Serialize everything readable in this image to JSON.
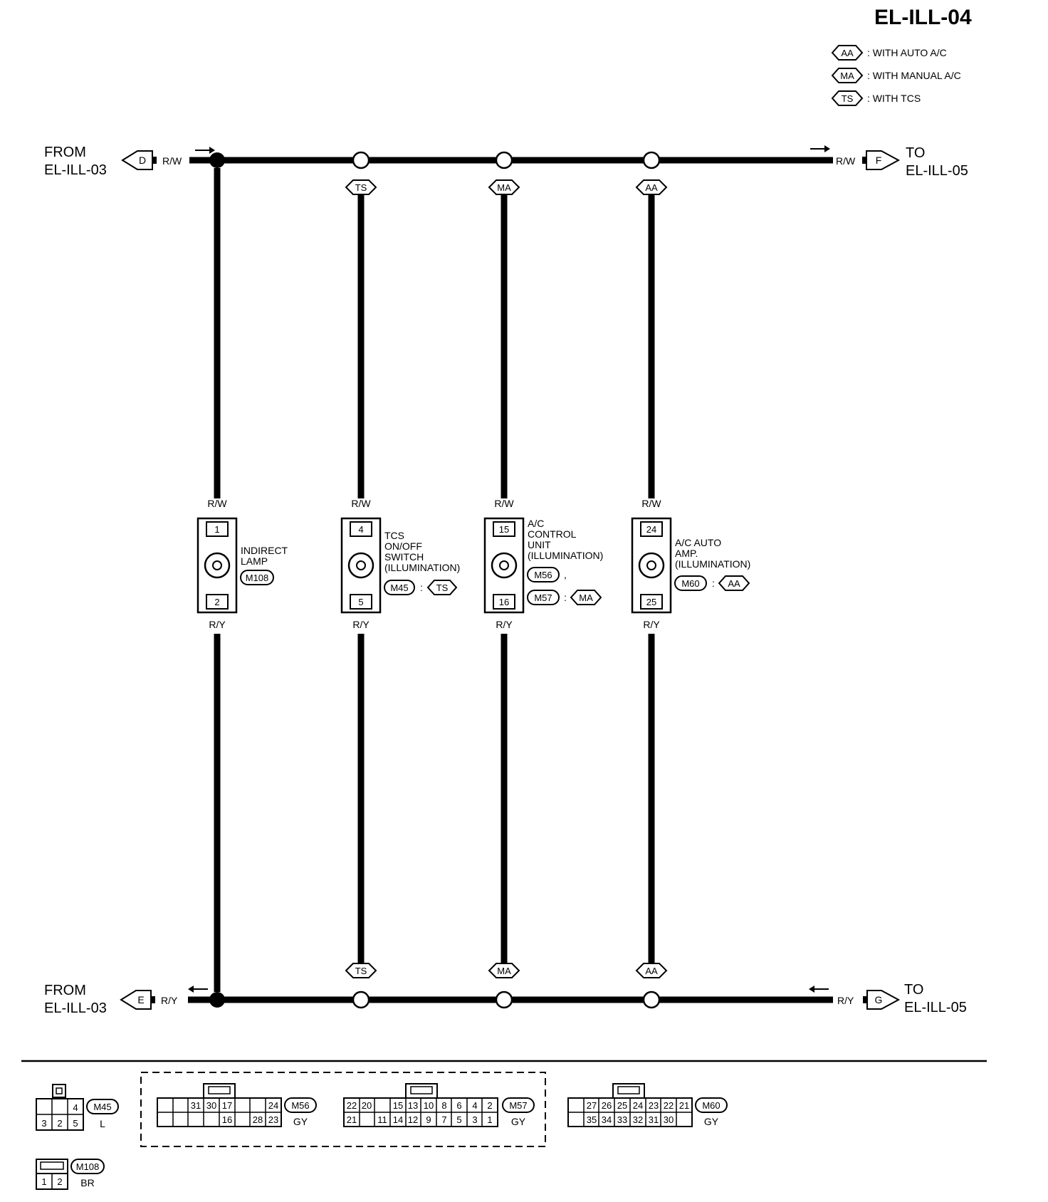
{
  "page_code": "EL-ILL-04",
  "legend": [
    {
      "code": "AA",
      "text": ": WITH AUTO A/C"
    },
    {
      "code": "MA",
      "text": ": WITH MANUAL A/C"
    },
    {
      "code": "TS",
      "text": ": WITH TCS"
    }
  ],
  "top_rail": {
    "from_label_1": "FROM",
    "from_label_2": "EL-ILL-03",
    "from_conn": "D",
    "from_wire": "R/W",
    "to_label_1": "TO",
    "to_label_2": "EL-ILL-05",
    "to_conn": "F",
    "to_wire": "R/W"
  },
  "bottom_rail": {
    "from_label_1": "FROM",
    "from_label_2": "EL-ILL-03",
    "from_conn": "E",
    "from_wire": "R/Y",
    "to_label_1": "TO",
    "to_label_2": "EL-ILL-05",
    "to_conn": "G",
    "to_wire": "R/Y"
  },
  "branch_tags": [
    "TS",
    "MA",
    "AA"
  ],
  "components": [
    {
      "upper_wire": "R/W",
      "lower_wire": "R/Y",
      "pin_top": "1",
      "pin_bottom": "2",
      "name_lines": [
        "INDIRECT",
        "LAMP"
      ],
      "connector": "M108"
    },
    {
      "upper_wire": "R/W",
      "lower_wire": "R/Y",
      "pin_top": "4",
      "pin_bottom": "5",
      "name_lines": [
        "TCS",
        "ON/OFF",
        "SWITCH",
        "(ILLUMINATION)"
      ],
      "connector": "M45",
      "connector_tag": "TS"
    },
    {
      "upper_wire": "R/W",
      "lower_wire": "R/Y",
      "pin_top": "15",
      "pin_bottom": "16",
      "name_lines": [
        "A/C",
        "CONTROL",
        "UNIT",
        "(ILLUMINATION)"
      ],
      "connector": "M56",
      "connector_2": "M57",
      "connector_tag": "MA"
    },
    {
      "upper_wire": "R/W",
      "lower_wire": "R/Y",
      "pin_top": "24",
      "pin_bottom": "25",
      "name_lines": [
        "A/C AUTO",
        "AMP.",
        "(ILLUMINATION)"
      ],
      "connector": "M60",
      "connector_tag": "AA"
    }
  ],
  "connector_faces": {
    "M45": {
      "name": "M45",
      "color": "L",
      "row1": [
        "",
        "",
        "4"
      ],
      "row2": [
        "3",
        "2",
        "5"
      ]
    },
    "M56": {
      "name": "M56",
      "color": "GY",
      "row1": [
        "",
        "",
        "31",
        "30",
        "17",
        "",
        "",
        "24"
      ],
      "row2": [
        "",
        "",
        "",
        "",
        "16",
        "",
        "28",
        "23"
      ]
    },
    "M57": {
      "name": "M57",
      "color": "GY",
      "row1": [
        "22",
        "20",
        "",
        "15",
        "13",
        "10",
        "8",
        "6",
        "4",
        "2"
      ],
      "row2": [
        "21",
        "",
        "11",
        "14",
        "12",
        "9",
        "7",
        "5",
        "3",
        "1"
      ]
    },
    "M60": {
      "name": "M60",
      "color": "GY",
      "row1": [
        "",
        "27",
        "26",
        "25",
        "24",
        "23",
        "22",
        "21"
      ],
      "row2": [
        "",
        "35",
        "34",
        "33",
        "32",
        "31",
        "30",
        ""
      ]
    },
    "M108": {
      "name": "M108",
      "color": "BR",
      "row1": [
        "1",
        "2"
      ]
    }
  }
}
